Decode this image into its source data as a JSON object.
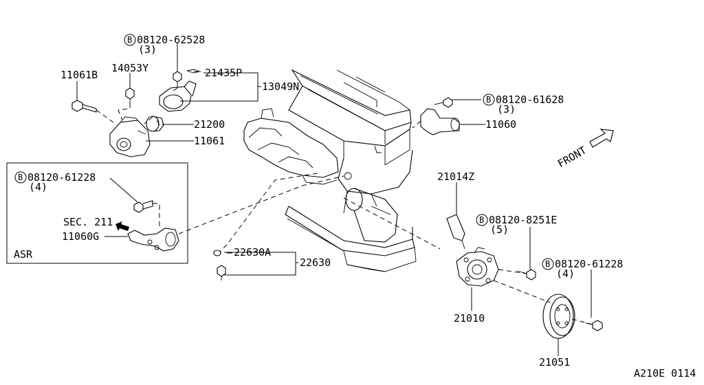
{
  "diagram": {
    "callouts": {
      "bolt_62528": "08120-62528",
      "bolt_62528_qty": "(3)",
      "sensor_14053Y": "14053Y",
      "bolt_11061B": "11061B",
      "gasket_21435P": "21435P",
      "outlet_13049N": "13049N",
      "thermostat_21200": "21200",
      "housing_11061": "11061",
      "bolt_61628": "08120-61628",
      "bolt_61628_qty": "(3)",
      "pipe_11060": "11060",
      "bolt_61228_asr": "08120-61228",
      "bolt_61228_asr_qty": "(4)",
      "section_ref": "SEC. 211",
      "pipe_11060G": "11060G",
      "asr_label": "ASR",
      "front_label": "FRONT",
      "gasket_21014Z": "21014Z",
      "bolt_8251E": "08120-8251E",
      "bolt_8251E_qty": "(5)",
      "bolt_61228_pump": "08120-61228",
      "bolt_61228_pump_qty": "(4)",
      "switch_22630A": "22630A",
      "switch_22630": "22630",
      "pump_21010": "21010",
      "pulley_21051": "21051",
      "figure_id": "A210E 0114"
    },
    "bolt_symbol": "B"
  }
}
